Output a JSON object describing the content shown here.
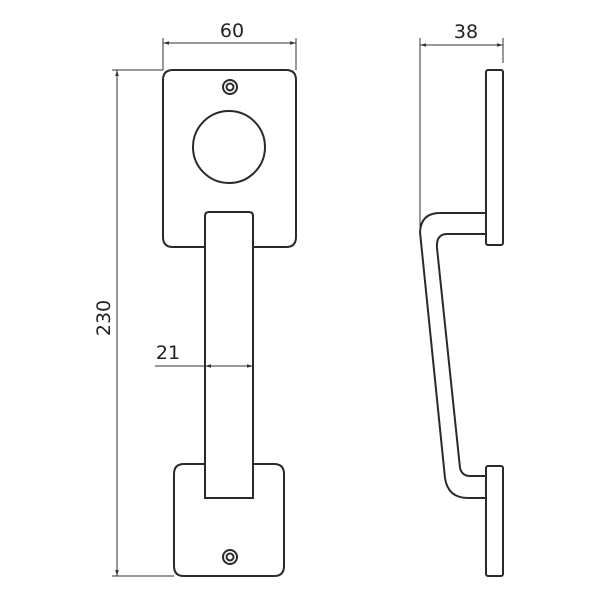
{
  "drawing": {
    "title": "Door pull handle technical drawing",
    "views": [
      "front-view",
      "side-view"
    ],
    "dimensions": {
      "plate_width": "60",
      "side_depth": "38",
      "overall_height": "230",
      "handle_width": "21"
    },
    "colors": {
      "line": "#2a2a2a",
      "background": "#ffffff"
    }
  }
}
